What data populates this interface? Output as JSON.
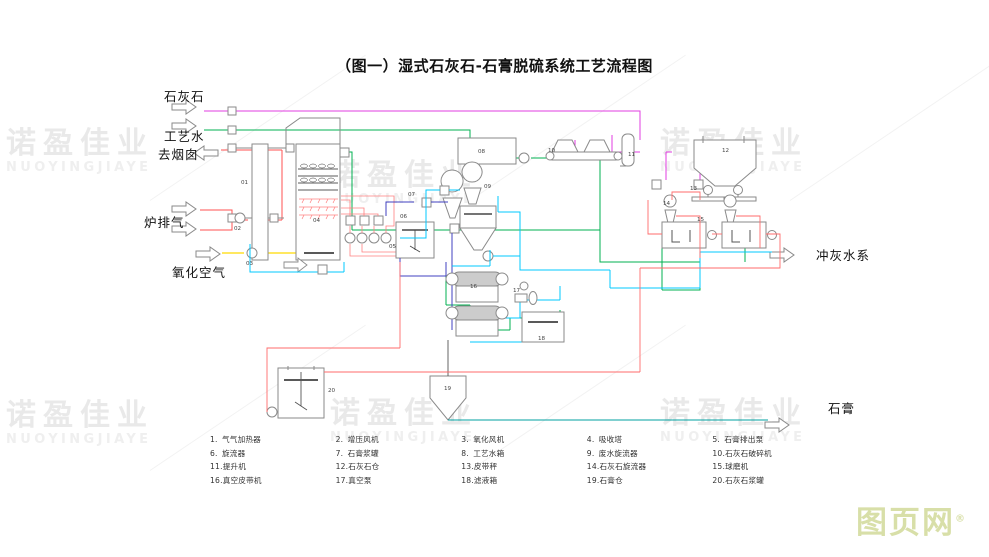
{
  "title": "（图一）湿式石灰石-石膏脱硫系统工艺流程图",
  "watermark": {
    "cn": "诺盈佳业",
    "en": "NUOYINGJIAYE"
  },
  "logo": {
    "text": "图页网",
    "mark": "®"
  },
  "side_labels": {
    "limestone_in": "石灰石",
    "process_water_in": "工艺水",
    "to_stack": "去烟囱",
    "furnace_gas_in": "炉排气",
    "oxidation_air_in": "氧化空气",
    "ash_water_out": "冲灰水系",
    "gypsum_out": "石膏"
  },
  "equipment_tags": {
    "e01": "01",
    "e02": "02",
    "e03": "03",
    "e04": "04",
    "e05": "05",
    "e06": "06",
    "e07": "07",
    "e08": "08",
    "e09": "09",
    "e10": "10",
    "e11": "11",
    "e12": "12",
    "e13": "13",
    "e14": "14",
    "e15": "15",
    "e16": "16",
    "e17": "17",
    "e18": "18",
    "e19": "19",
    "e20": "20"
  },
  "legend_columns": [
    [
      {
        "no": "1.",
        "name": "气气加热器"
      },
      {
        "no": "6.",
        "name": "旋流器"
      },
      {
        "no": "11.",
        "name": "提升机"
      },
      {
        "no": "16.",
        "name": "真空皮带机"
      }
    ],
    [
      {
        "no": "2.",
        "name": "增压风机"
      },
      {
        "no": "7.",
        "name": "石膏浆罐"
      },
      {
        "no": "12.",
        "name": "石灰石仓"
      },
      {
        "no": "17.",
        "name": "真空泵"
      }
    ],
    [
      {
        "no": "3.",
        "name": "氧化风机"
      },
      {
        "no": "8.",
        "name": "工艺水箱"
      },
      {
        "no": "13.",
        "name": "皮带秤"
      },
      {
        "no": "18.",
        "name": "滤液箱"
      }
    ],
    [
      {
        "no": "4.",
        "name": "吸收塔"
      },
      {
        "no": "9.",
        "name": "废水旋流器"
      },
      {
        "no": "14.",
        "name": "石灰石旋流器"
      },
      {
        "no": "19.",
        "name": "石膏仓"
      }
    ],
    [
      {
        "no": "5.",
        "name": "石膏排出泵"
      },
      {
        "no": "10.",
        "name": "石灰石破碎机"
      },
      {
        "no": "15.",
        "name": "球磨机"
      },
      {
        "no": "20.",
        "name": "石灰石浆罐"
      }
    ]
  ],
  "colors": {
    "limestone_line": "#e23ce2",
    "process_water_line": "#00b050",
    "flue_gas_line": "#ff5050",
    "oxidation_air_line": "#ffd900",
    "slurry_line": "#00c8ff",
    "filtrate_line": "#4040c0",
    "equipment_outline": "#808080",
    "gypsum_line": "#00a0a0",
    "title_color": "#111111",
    "watermark_color": "#e9e9e9",
    "logo_color": "#d8dfa8"
  }
}
